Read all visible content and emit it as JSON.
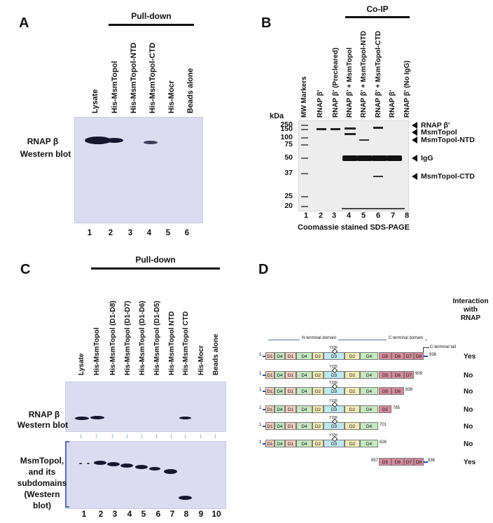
{
  "panels": {
    "a": {
      "letter": "A",
      "header": "Pull-down",
      "lanes": [
        "Lysate",
        "His-MsmTopol",
        "His-MsmTopol-NTD",
        "His-MsmTopol-CTD",
        "His-Mocr",
        "Beads alone"
      ],
      "numbers": [
        "1",
        "2",
        "3",
        "4",
        "5",
        "6"
      ],
      "side_label_1": "RNAP β",
      "side_label_2": "Western blot"
    },
    "b": {
      "letter": "B",
      "header": "Co-IP",
      "lanes": [
        "MW Markers",
        "RNAP β'",
        "RNAP β' (Precleared)",
        "RNAP β' + MsmTopol",
        "RNAP β' + MsmTopol-NTD",
        "RNAP β' + MsmTopol-CTD",
        "RNAP β'",
        "RNAP β' (No IgG)"
      ],
      "numbers": [
        "1",
        "2",
        "3",
        "4",
        "5",
        "6",
        "7",
        "8"
      ],
      "kda": "kDa",
      "markers": [
        "250",
        "150",
        "100",
        "75",
        "50",
        "37",
        "25",
        "20"
      ],
      "right_labels": [
        "RNAP β'",
        "MsmTopol",
        "MsmTopol-NTD",
        "IgG",
        "MsmTopol-CTD"
      ],
      "caption": "Coomassie stained SDS-PAGE"
    },
    "c": {
      "letter": "C",
      "header": "Pull-down",
      "lanes": [
        "Lysate",
        "His-MsmTopol",
        "His-MsmTopol (D1-D8)",
        "His-MsmTopol (D1-D7)",
        "His-MsmTopol (D1-D6)",
        "His-MsmTopol (D1-D5)",
        "His-MsmTopol NTD",
        "His-MsmTopol CTD",
        "His-Mocr",
        "Beads alone"
      ],
      "numbers": [
        "1",
        "2",
        "3",
        "4",
        "5",
        "6",
        "7",
        "8",
        "9",
        "10"
      ],
      "top_label_1": "RNAP β",
      "top_label_2": "Western blot",
      "bottom_label": [
        "MsmTopol,",
        "and its",
        "subdomains",
        "(Western blot)"
      ]
    },
    "d": {
      "letter": "D",
      "interaction_header": [
        "Interaction",
        "with",
        "RNAP"
      ],
      "ntd_label": "N-terminal domain",
      "ctd_label": "C-terminal domain",
      "tail_label": "C-terminal tail",
      "y_label": "Y339",
      "answers": [
        "Yes",
        "No",
        "No",
        "No",
        "No",
        "No",
        "Yes"
      ],
      "ends": [
        "936",
        "909",
        "839",
        "785",
        "701",
        "626",
        "936"
      ],
      "start_one": "1",
      "ctd_start": "657",
      "domains_ntd": [
        "D1",
        "D4",
        "D1",
        "D4",
        "D2",
        "D3",
        "D2",
        "D4"
      ],
      "domains_ctd": [
        "D5",
        "D6",
        "D7",
        "D8"
      ]
    }
  }
}
